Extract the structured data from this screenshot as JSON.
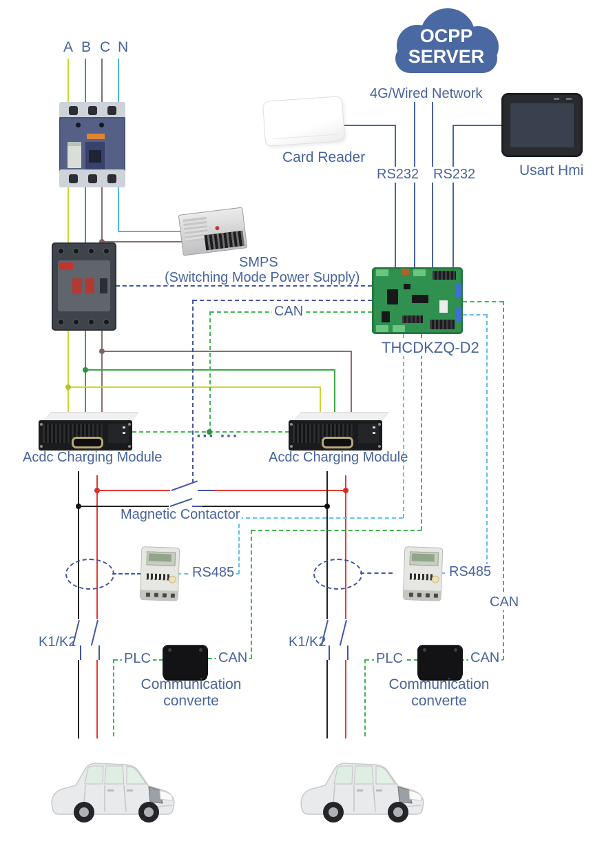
{
  "colors": {
    "text": "#47649c",
    "phase_a": "#ccd92f",
    "phase_b": "#3aa845",
    "phase_c": "#8a6e6e",
    "phase_n": "#4db8e8",
    "dc_plus": "#e8382f",
    "dc_minus": "#222222",
    "signal_navy": "#4355a4",
    "can_green": "#3eb84e",
    "rs_blue": "#60c0ee",
    "cloud": "#4a69a2"
  },
  "labels": {
    "phase_a": "A",
    "phase_b": "B",
    "phase_c": "C",
    "phase_n": "N",
    "cloud_line1": "OCPP",
    "cloud_line2": "SERVER",
    "network": "4G/Wired Network",
    "card_reader": "Card Reader",
    "hmi": "Usart Hmi",
    "rs232_left": "RS232",
    "rs232_right": "RS232",
    "smps_title": "SMPS",
    "smps_subtitle": "(Switching Mode Power Supply)",
    "controller": "THCDKZQ-D2",
    "can_mid": "CAN",
    "can_bus_right": "CAN",
    "module_left": "Acdc Charging Module",
    "module_right": "Acdc Charging Module",
    "module_dots": "··· ···",
    "magnetic_contactor": "Magnetic Contactor",
    "rs485_left": "RS485",
    "rs485_right": "RS485",
    "k1k2_left": "K1/K2",
    "k1k2_right": "K1/K2",
    "plc_left": "PLC",
    "plc_right": "PLC",
    "can_conv_left": "CAN",
    "can_conv_right": "CAN",
    "conv1_line1": "Communication",
    "conv1_line2": "converte",
    "conv2_line1": "Communication",
    "conv2_line2": "converte"
  }
}
